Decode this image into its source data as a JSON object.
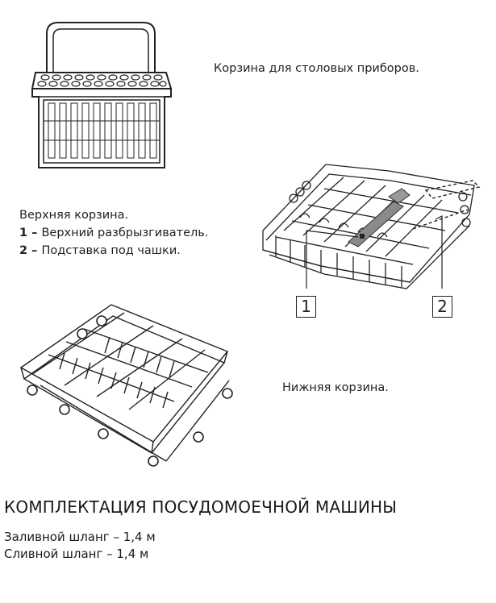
{
  "cutlery_basket": {
    "caption": "Корзина для столовых приборов."
  },
  "upper_basket": {
    "title": "Верхняя корзина.",
    "items": [
      {
        "number": "1",
        "dash": " – ",
        "label": "Верхний разбрызгиватель."
      },
      {
        "number": "2",
        "dash": " – ",
        "label": "Подставка под чашки."
      }
    ],
    "callouts": [
      "1",
      "2"
    ]
  },
  "lower_basket": {
    "caption": "Нижняя корзина."
  },
  "kit": {
    "heading": "КОМПЛЕКТАЦИЯ ПОСУДОМОЕЧНОЙ МАШИНЫ",
    "items": [
      "Заливной шланг – 1,4 м",
      "Сливной шланг – 1,4 м"
    ]
  }
}
